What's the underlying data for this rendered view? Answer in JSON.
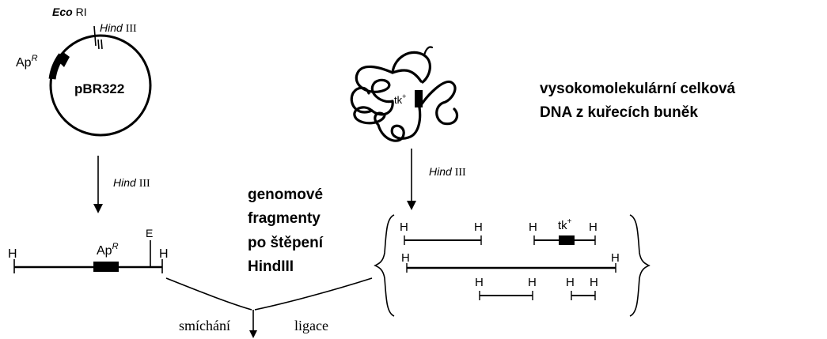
{
  "plasmid": {
    "name": "pBR322",
    "marker_ap": "Ap",
    "marker_ap_sup": "R",
    "site_eco": "Eco",
    "site_eco_suffix": "RI",
    "site_hind": "Hind",
    "site_hind_suffix": "III"
  },
  "plasmid_arrow": {
    "enzyme": "Hind",
    "enzyme_suffix": "III"
  },
  "linear_plasmid": {
    "left_label": "H",
    "marker": "Ap",
    "marker_sup": "R",
    "e_label": "E",
    "right_label": "H"
  },
  "genomic_dna": {
    "gene": "tk",
    "gene_sup": "+",
    "caption_line1": "vysokomolekulární celková",
    "caption_line2": "DNA z kuřecích buněk"
  },
  "genomic_arrow": {
    "enzyme": "Hind",
    "enzyme_suffix": "III"
  },
  "fragments_caption": {
    "line1": "genomové",
    "line2": "fragmenty",
    "line3": "po štěpení",
    "line4": "HindIII"
  },
  "fragment_set": {
    "row1": [
      "H",
      "H",
      "H",
      "tk",
      "+",
      "H"
    ],
    "row2": [
      "H",
      "H"
    ],
    "row3": [
      "H",
      "H",
      "H",
      "H"
    ]
  },
  "bottom": {
    "mix_label": "smíchání",
    "ligate_label": "ligace"
  }
}
